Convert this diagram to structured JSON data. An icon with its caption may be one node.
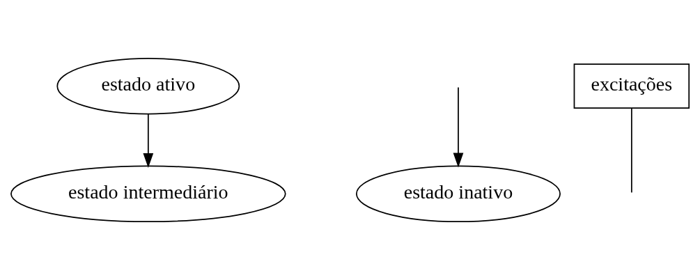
{
  "diagram": {
    "nodes": [
      {
        "text": [
          "estado ativo"
        ]
      },
      {
        "text": [
          "estado intermediário"
        ]
      },
      {
        "text": [
          "estado inativo"
        ]
      },
      {
        "text": [
          "excitações"
        ]
      }
    ],
    "edges": [
      {
        "from": 0,
        "to": 1,
        "arrow": "to"
      },
      {
        "from": 3,
        "to": null,
        "arrow": "none"
      },
      {
        "from": null,
        "to": 2,
        "arrow": "to"
      }
    ]
  }
}
